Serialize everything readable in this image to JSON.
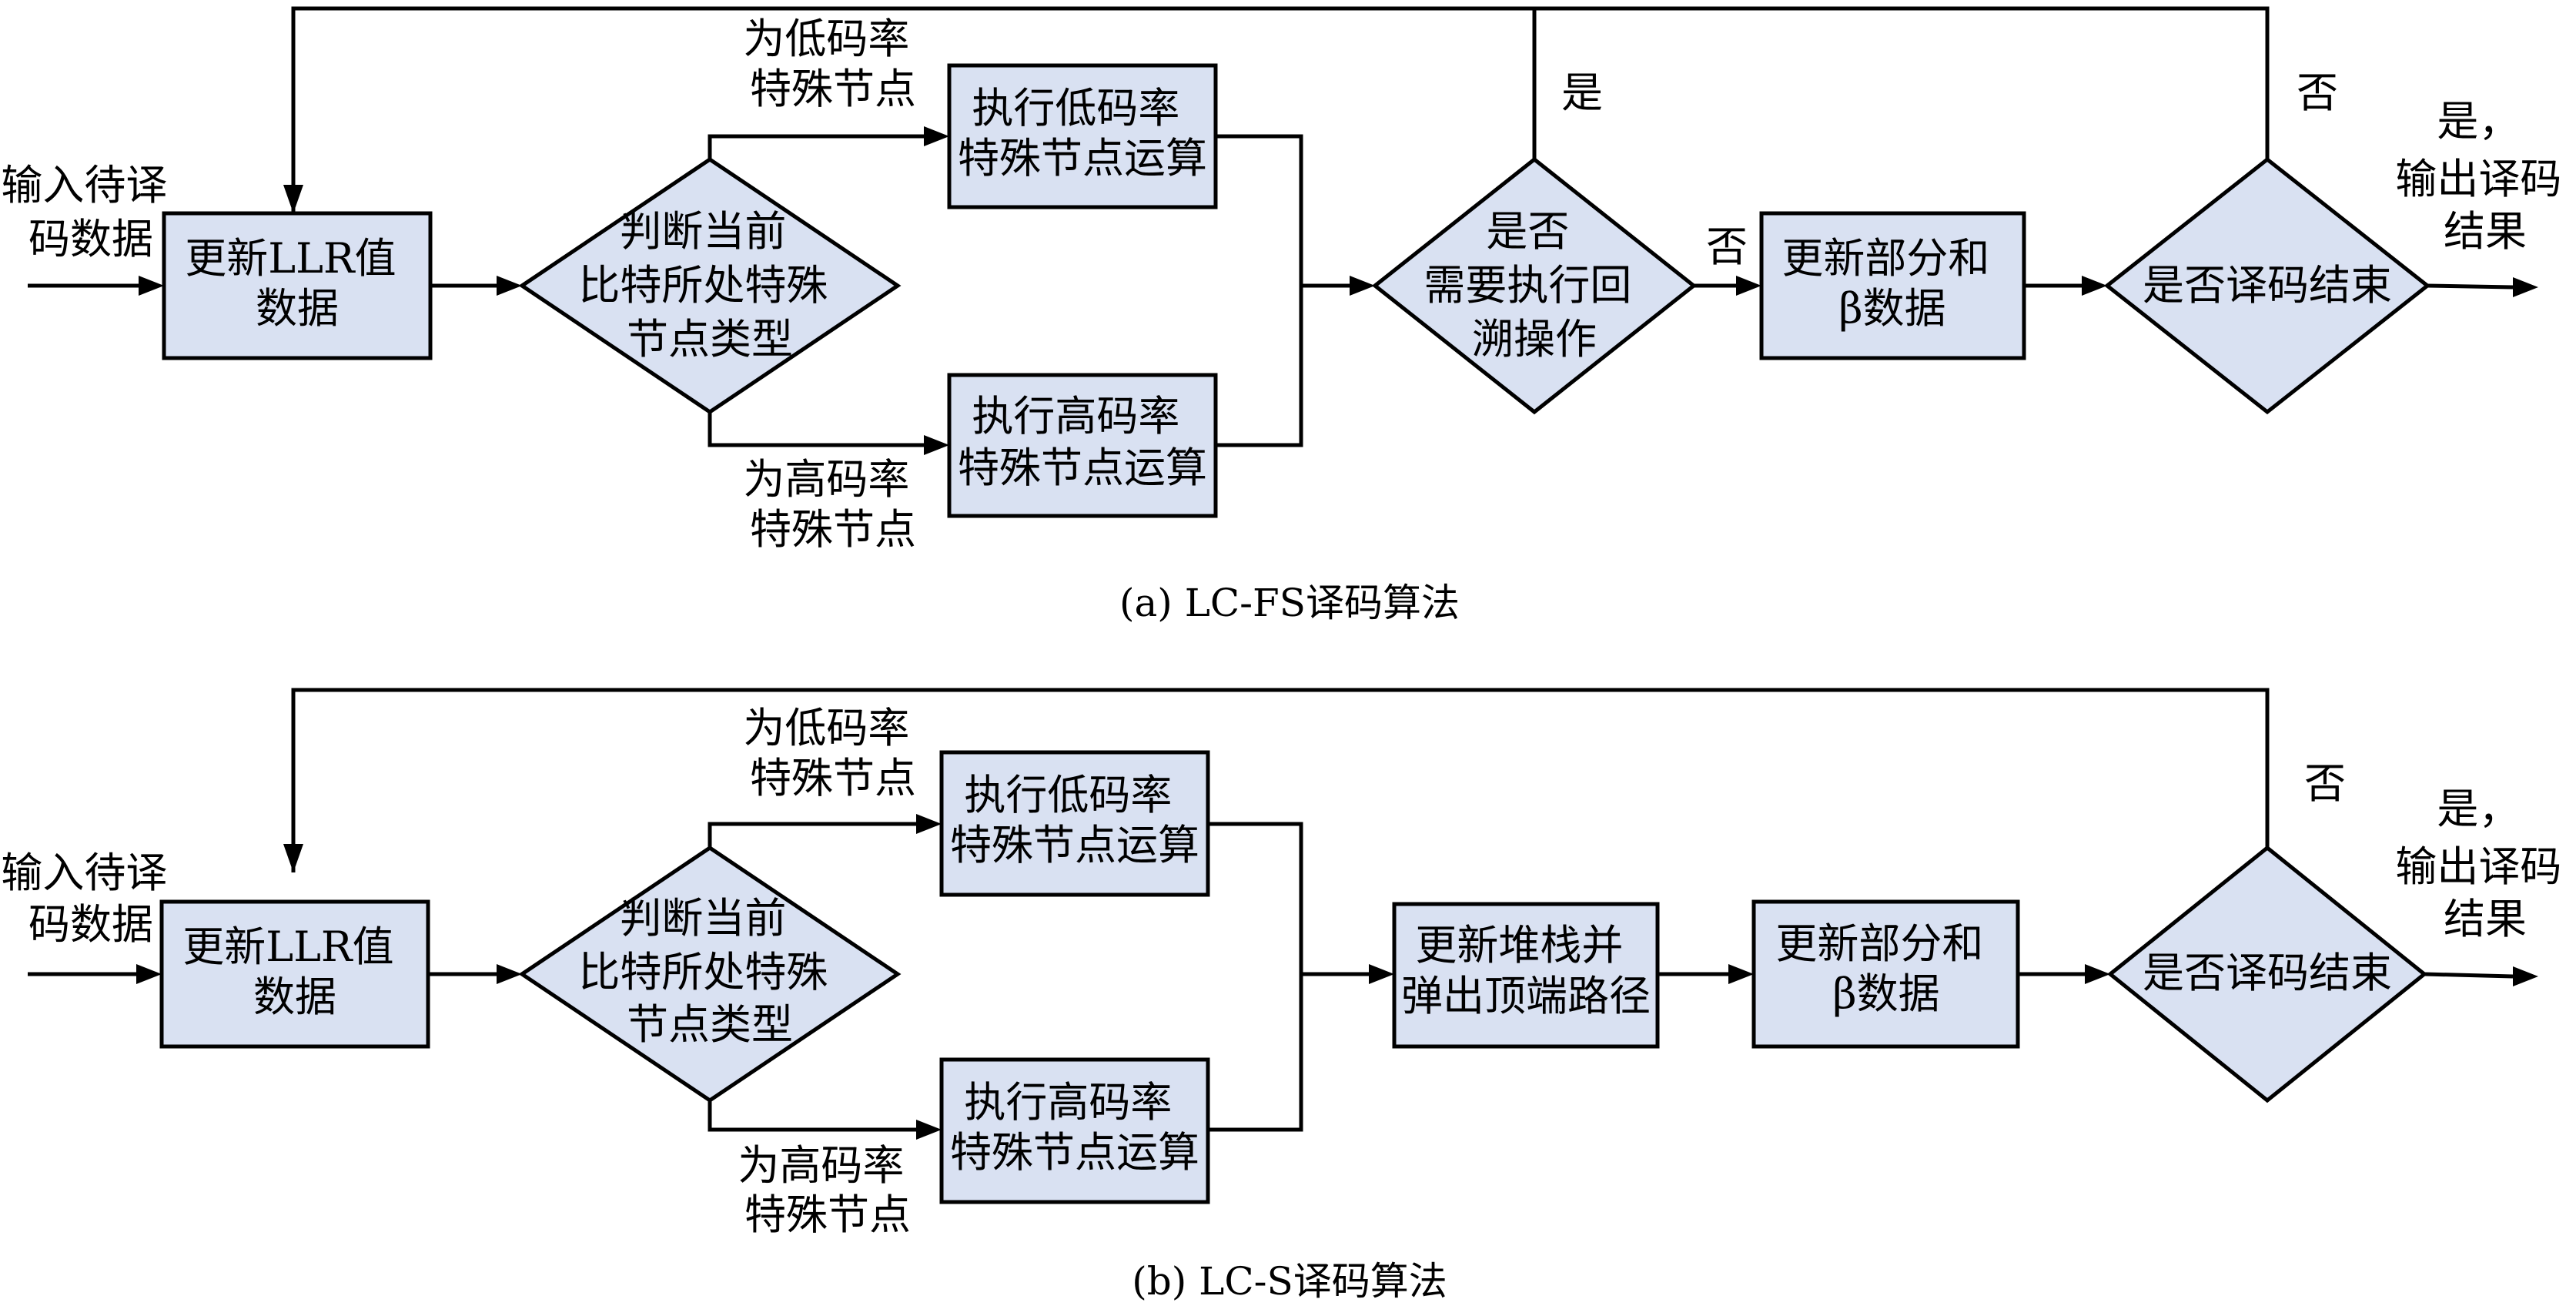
{
  "diagrams": [
    {
      "caption": "(a) LC-FS译码算法",
      "input_label": [
        "输入待译",
        "码数据"
      ],
      "update_llr": [
        "更新LLR值",
        "数据"
      ],
      "judge": [
        "判断当前",
        "比特所处特殊",
        "节点类型"
      ],
      "low_branch_label": [
        "为低码率",
        "特殊节点"
      ],
      "high_branch_label": [
        "为高码率",
        "特殊节点"
      ],
      "low_op": [
        "执行低码率",
        "特殊节点运算"
      ],
      "high_op": [
        "执行高码率",
        "特殊节点运算"
      ],
      "middle": [
        "是否",
        "需要执行回",
        "溯操作"
      ],
      "middle_yes": "是",
      "middle_no": "否",
      "update_beta": [
        "更新部分和",
        "β数据"
      ],
      "end_check": "是否译码结束",
      "end_no": "否",
      "output_label": [
        "是，",
        "输出译码",
        "结果"
      ]
    },
    {
      "caption": "(b) LC-S译码算法",
      "input_label": [
        "输入待译",
        "码数据"
      ],
      "update_llr": [
        "更新LLR值",
        "数据"
      ],
      "judge": [
        "判断当前",
        "比特所处特殊",
        "节点类型"
      ],
      "low_branch_label": [
        "为低码率",
        "特殊节点"
      ],
      "high_branch_label": [
        "为高码率",
        "特殊节点"
      ],
      "low_op": [
        "执行低码率",
        "特殊节点运算"
      ],
      "high_op": [
        "执行高码率",
        "特殊节点运算"
      ],
      "middle": [
        "更新堆栈并",
        "弹出顶端路径"
      ],
      "update_beta": [
        "更新部分和",
        "β数据"
      ],
      "end_check": "是否译码结束",
      "end_no": "否",
      "output_label": [
        "是，",
        "输出译码",
        "结果"
      ]
    }
  ],
  "colors": {
    "node_fill": "#d9e1f2",
    "stroke": "#000000"
  }
}
